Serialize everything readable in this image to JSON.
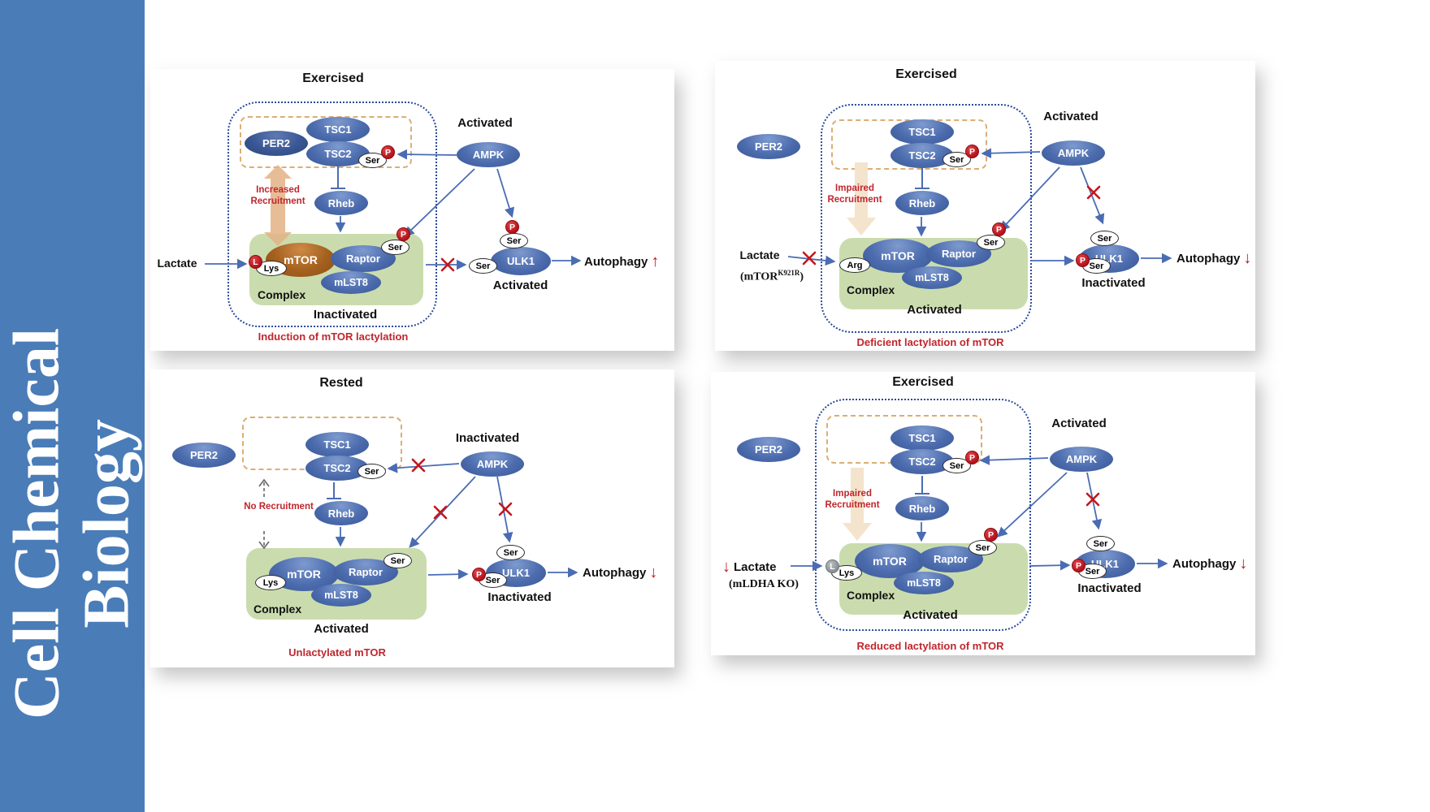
{
  "journal": {
    "line1": "Cell Chemical",
    "line2": "Biology"
  },
  "nodes": {
    "per2": "PER2",
    "tsc1": "TSC1",
    "tsc2": "TSC2",
    "ampk": "AMPK",
    "rheb": "Rheb",
    "mtor": "mTOR",
    "raptor": "Raptor",
    "mlst8": "mLST8",
    "ulk1": "ULK1",
    "ser": "Ser",
    "lys": "Lys",
    "arg": "Arg",
    "p": "P",
    "l": "L",
    "lactate": "Lactate",
    "complex": "Complex",
    "autophagy": "Autophagy"
  },
  "panels": {
    "p1": {
      "condition": "Exercised",
      "ampk_status": "Activated",
      "complex_status": "Inactivated",
      "ulk1_status": "Activated",
      "recruitment": "Increased Recruitment",
      "caption": "Induction of mTOR lactylation",
      "autophagy_dir": "↑"
    },
    "p2": {
      "condition": "Exercised",
      "ampk_status": "Activated",
      "complex_status": "Activated",
      "ulk1_status": "Inactivated",
      "recruitment": "Impaired Recruitment",
      "caption": "Deficient lactylation of mTOR",
      "autophagy_dir": "↓",
      "mutant_base": "(mTOR",
      "mutant_sup": "K921R",
      "mutant_close": ")"
    },
    "p3": {
      "condition": "Rested",
      "ampk_status": "Inactivated",
      "complex_status": "Activated",
      "ulk1_status": "Inactivated",
      "recruitment": "No Recruitment",
      "caption": "Unlactylated mTOR",
      "autophagy_dir": "↓"
    },
    "p4": {
      "condition": "Exercised",
      "ampk_status": "Activated",
      "complex_status": "Activated",
      "ulk1_status": "Inactivated",
      "recruitment": "Impaired Recruitment",
      "caption": "Reduced lactylation of mTOR",
      "autophagy_dir": "↓",
      "ko_note": "(mLDHA KO)",
      "lactate_dir": "↓"
    }
  }
}
